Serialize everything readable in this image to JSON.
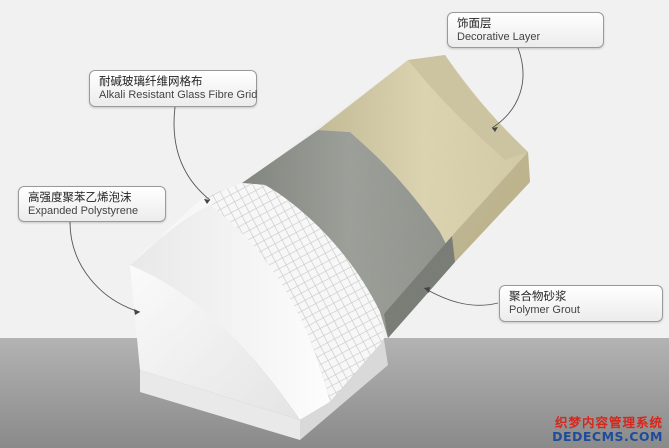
{
  "callouts": {
    "decorative": {
      "zh": "饰面层",
      "en": "Decorative Layer"
    },
    "grid": {
      "zh": "耐碱玻璃纤维网格布",
      "en": "Alkali Resistant Glass Fibre Grid"
    },
    "eps": {
      "zh": "高强度聚苯乙烯泡沫",
      "en": "Expanded Polystyrene"
    },
    "grout": {
      "zh": "聚合物砂浆",
      "en": "Polymer Grout"
    }
  },
  "watermark": {
    "line1": "织梦内容管理系统",
    "line2": "DEDECMS.COM"
  },
  "colors": {
    "background": "#f1f1f1",
    "floor": "#9a9a9a",
    "decorative_layer": "#d8cfaa",
    "polymer_grout": "#8d918a",
    "foam_front": "#f4f4f4",
    "foam_side": "#e2e2e2",
    "watermark_red": "#d9261c",
    "watermark_blue": "#1e4c9a"
  }
}
